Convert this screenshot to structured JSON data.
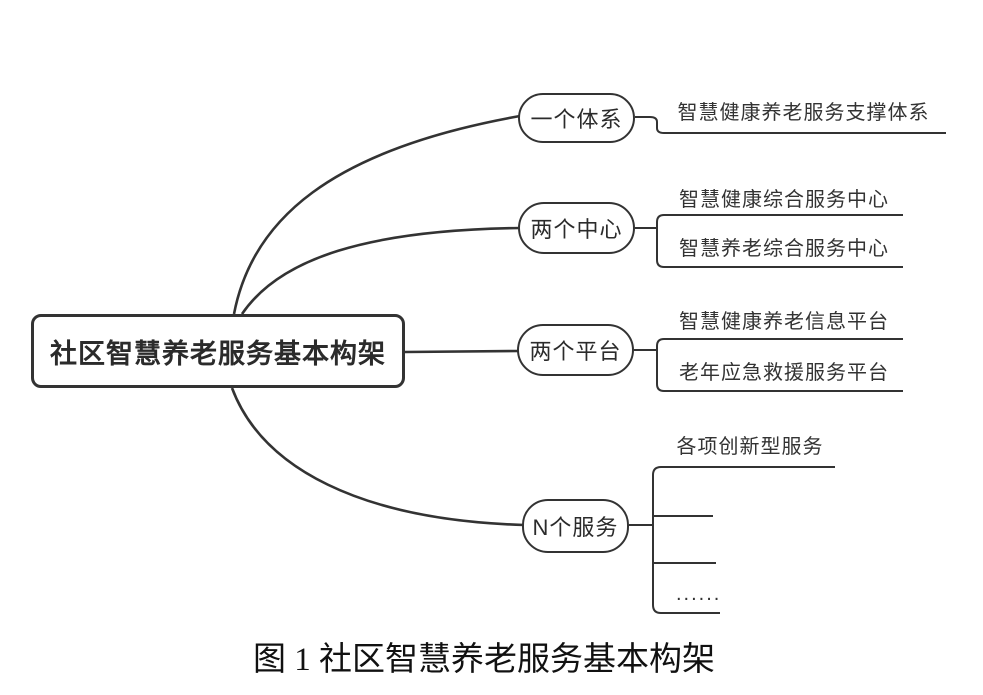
{
  "figure": {
    "line_color": "#333333",
    "root": {
      "label": "社区智慧养老服务基本构架"
    },
    "branches": [
      {
        "label": "一个体系",
        "children": [
          "智慧健康养老服务支撑体系"
        ]
      },
      {
        "label": "两个中心",
        "children": [
          "智慧健康综合服务中心",
          "智慧养老综合服务中心"
        ]
      },
      {
        "label": "两个平台",
        "children": [
          "智慧健康养老信息平台",
          "老年应急救援服务平台"
        ]
      },
      {
        "label": "N个服务",
        "children": [
          "各项创新型服务",
          "",
          "",
          "......"
        ]
      }
    ],
    "caption": "图 1 社区智慧养老服务基本构架"
  }
}
